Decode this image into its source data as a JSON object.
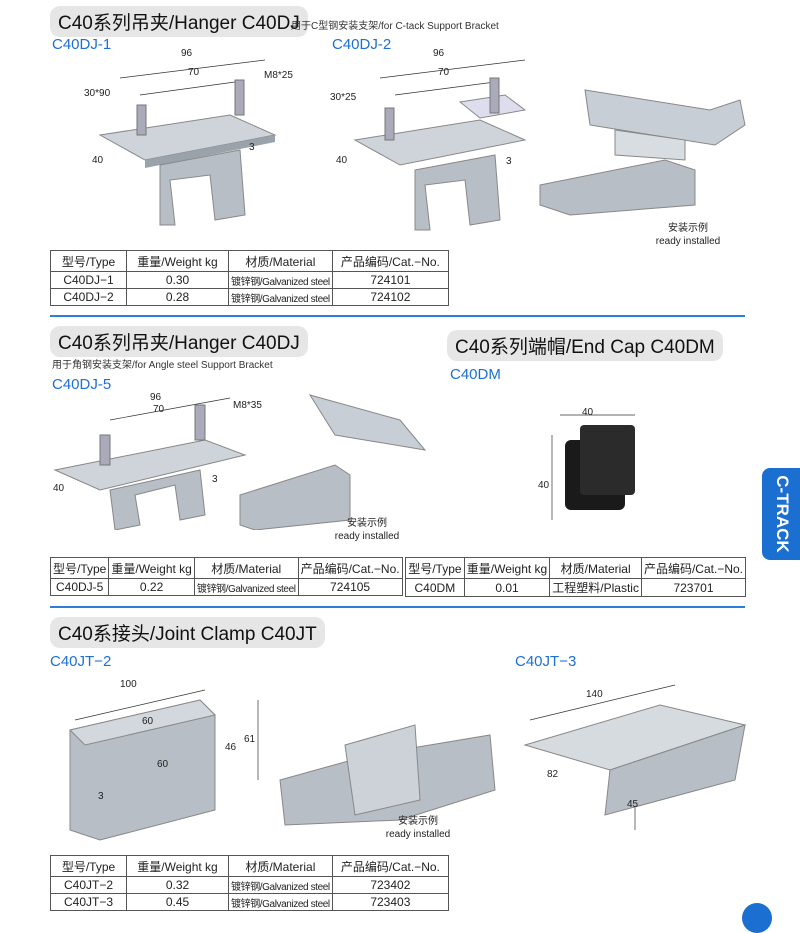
{
  "section1": {
    "title": "C40系列吊夹/Hanger C40DJ",
    "subtitle": "用于C型钢安装支架/for C-tack Support Bracket",
    "model_a": "C40DJ-1",
    "model_b": "C40DJ-2",
    "dims_a": [
      "96",
      "70",
      "M8*25",
      "30*90",
      "40",
      "3"
    ],
    "dims_b": [
      "96",
      "70",
      "30*25",
      "40",
      "3"
    ],
    "caption_cn": "安装示例",
    "caption_en": "ready installed"
  },
  "table1": {
    "headers": [
      "型号/Type",
      "重量/Weight kg",
      "材质/Material",
      "产品编码/Cat.−No."
    ],
    "rows": [
      [
        "C40DJ−1",
        "0.30",
        "镀锌钢/Galvanized steel",
        "724101"
      ],
      [
        "C40DJ−2",
        "0.28",
        "镀锌钢/Galvanized steel",
        "724102"
      ]
    ]
  },
  "section2": {
    "title": "C40系列吊夹/Hanger C40DJ",
    "subtitle": "用于角钢安装支架/for Angle steel Support Bracket",
    "model": "C40DJ-5",
    "dims": [
      "96",
      "70",
      "M8*35",
      "40",
      "3"
    ],
    "caption_cn": "安装示例",
    "caption_en": "ready installed"
  },
  "section3": {
    "title": "C40系列端帽/End Cap C40DM",
    "model": "C40DM",
    "dims": [
      "40",
      "40"
    ]
  },
  "table2": {
    "headers": [
      "型号/Type",
      "重量/Weight kg",
      "材质/Material",
      "产品编码/Cat.−No."
    ],
    "rows": [
      [
        "C40DJ-5",
        "0.22",
        "镀锌钢/Galvanized steel",
        "724105"
      ]
    ]
  },
  "table3": {
    "headers": [
      "型号/Type",
      "重量/Weight kg",
      "材质/Material",
      "产品编码/Cat.−No."
    ],
    "rows": [
      [
        "C40DM",
        "0.01",
        "工程塑料/Plastic",
        "723701"
      ]
    ]
  },
  "side_tab": "C-TRACK",
  "section4": {
    "title": "C40系接头/Joint Clamp C40JT",
    "model_a": "C40JT−2",
    "model_b": "C40JT−3",
    "dims_a": [
      "100",
      "60",
      "60",
      "46",
      "61",
      "3"
    ],
    "dims_b": [
      "140",
      "82",
      "45"
    ],
    "caption_cn": "安装示例",
    "caption_en": "ready installed"
  },
  "table4": {
    "headers": [
      "型号/Type",
      "重量/Weight kg",
      "材质/Material",
      "产品编码/Cat.−No."
    ],
    "rows": [
      [
        "C40JT−2",
        "0.32",
        "镀锌钢/Galvanized steel",
        "723402"
      ],
      [
        "C40JT−3",
        "0.45",
        "镀锌钢/Galvanized steel",
        "723403"
      ]
    ]
  },
  "colors": {
    "accent": "#1d6fd6",
    "steel": "#b8bec6",
    "plastic": "#1a1a1a"
  }
}
